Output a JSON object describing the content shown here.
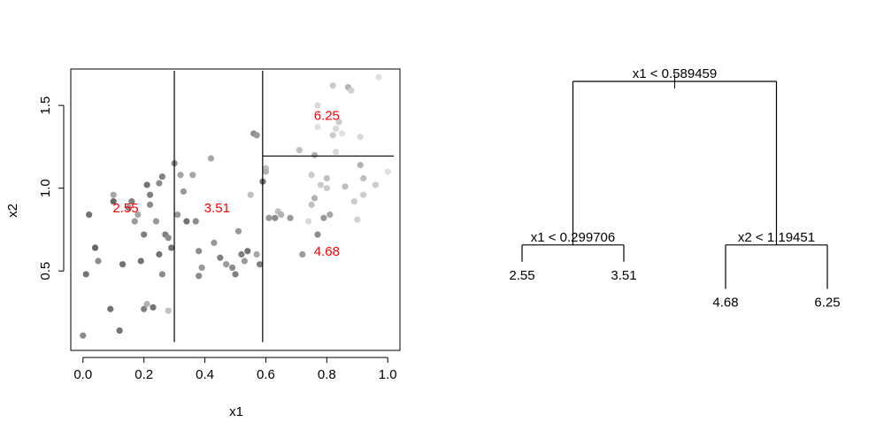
{
  "chart_data": [
    {
      "type": "scatter",
      "xlabel": "x1",
      "ylabel": "x2",
      "xlim": [
        -0.04,
        1.04
      ],
      "ylim": [
        0.02,
        1.72
      ],
      "xticks": [
        {
          "value": 0.0,
          "label": "0.0"
        },
        {
          "value": 0.2,
          "label": "0.2"
        },
        {
          "value": 0.4,
          "label": "0.4"
        },
        {
          "value": 0.6,
          "label": "0.6"
        },
        {
          "value": 0.8,
          "label": "0.8"
        },
        {
          "value": 1.0,
          "label": "1.0"
        }
      ],
      "yticks": [
        {
          "value": 0.5,
          "label": "0.5"
        },
        {
          "value": 1.0,
          "label": "1.0"
        },
        {
          "value": 1.5,
          "label": "1.5"
        }
      ],
      "grid": false,
      "point_color_note": "grey shade encodes response value (darker = lower)",
      "splits": [
        {
          "axis": "x1",
          "value": 0.299706,
          "from": 0.07,
          "to": 1.71
        },
        {
          "axis": "x1",
          "value": 0.589459,
          "from": 0.07,
          "to": 1.71
        },
        {
          "axis": "x2",
          "value": 1.19451,
          "from": 0.589459,
          "to": 1.02
        }
      ],
      "region_labels": [
        {
          "text": "2.55",
          "x1": 0.14,
          "x2": 0.88
        },
        {
          "text": "3.51",
          "x1": 0.44,
          "x2": 0.88
        },
        {
          "text": "4.68",
          "x1": 0.8,
          "x2": 0.62
        },
        {
          "text": "6.25",
          "x1": 0.8,
          "x2": 1.44
        }
      ],
      "points": [
        {
          "x": 0.02,
          "y": 0.84,
          "g": 0.45
        },
        {
          "x": 0.01,
          "y": 0.48,
          "g": 0.45
        },
        {
          "x": 0.0,
          "y": 0.11,
          "g": 0.55
        },
        {
          "x": 0.04,
          "y": 0.64,
          "g": 0.4
        },
        {
          "x": 0.05,
          "y": 0.56,
          "g": 0.55
        },
        {
          "x": 0.09,
          "y": 0.27,
          "g": 0.45
        },
        {
          "x": 0.1,
          "y": 0.96,
          "g": 0.65
        },
        {
          "x": 0.1,
          "y": 0.92,
          "g": 0.4
        },
        {
          "x": 0.12,
          "y": 0.14,
          "g": 0.45
        },
        {
          "x": 0.13,
          "y": 0.54,
          "g": 0.45
        },
        {
          "x": 0.15,
          "y": 0.88,
          "g": 0.55
        },
        {
          "x": 0.16,
          "y": 0.92,
          "g": 0.5
        },
        {
          "x": 0.17,
          "y": 0.8,
          "g": 0.6
        },
        {
          "x": 0.18,
          "y": 0.84,
          "g": 0.65
        },
        {
          "x": 0.19,
          "y": 0.56,
          "g": 0.45
        },
        {
          "x": 0.2,
          "y": 0.27,
          "g": 0.5
        },
        {
          "x": 0.21,
          "y": 0.3,
          "g": 0.7
        },
        {
          "x": 0.2,
          "y": 0.72,
          "g": 0.5
        },
        {
          "x": 0.21,
          "y": 1.02,
          "g": 0.45
        },
        {
          "x": 0.22,
          "y": 0.9,
          "g": 0.55
        },
        {
          "x": 0.22,
          "y": 0.96,
          "g": 0.5
        },
        {
          "x": 0.23,
          "y": 0.28,
          "g": 0.45
        },
        {
          "x": 0.24,
          "y": 0.8,
          "g": 0.6
        },
        {
          "x": 0.25,
          "y": 0.6,
          "g": 0.45
        },
        {
          "x": 0.25,
          "y": 1.03,
          "g": 0.55
        },
        {
          "x": 0.26,
          "y": 1.07,
          "g": 0.5
        },
        {
          "x": 0.26,
          "y": 0.48,
          "g": 0.55
        },
        {
          "x": 0.27,
          "y": 0.72,
          "g": 0.5
        },
        {
          "x": 0.28,
          "y": 0.7,
          "g": 0.55
        },
        {
          "x": 0.28,
          "y": 0.26,
          "g": 0.75
        },
        {
          "x": 0.29,
          "y": 0.64,
          "g": 0.45
        },
        {
          "x": 0.3,
          "y": 1.15,
          "g": 0.55
        },
        {
          "x": 0.31,
          "y": 0.84,
          "g": 0.6
        },
        {
          "x": 0.32,
          "y": 1.08,
          "g": 0.65
        },
        {
          "x": 0.33,
          "y": 0.98,
          "g": 0.6
        },
        {
          "x": 0.34,
          "y": 0.8,
          "g": 0.45
        },
        {
          "x": 0.36,
          "y": 1.08,
          "g": 0.65
        },
        {
          "x": 0.37,
          "y": 0.8,
          "g": 0.55
        },
        {
          "x": 0.38,
          "y": 0.62,
          "g": 0.55
        },
        {
          "x": 0.38,
          "y": 0.47,
          "g": 0.55
        },
        {
          "x": 0.39,
          "y": 0.52,
          "g": 0.6
        },
        {
          "x": 0.42,
          "y": 1.18,
          "g": 0.65
        },
        {
          "x": 0.43,
          "y": 0.67,
          "g": 0.6
        },
        {
          "x": 0.45,
          "y": 0.58,
          "g": 0.5
        },
        {
          "x": 0.47,
          "y": 0.54,
          "g": 0.6
        },
        {
          "x": 0.49,
          "y": 0.52,
          "g": 0.55
        },
        {
          "x": 0.5,
          "y": 0.48,
          "g": 0.5
        },
        {
          "x": 0.51,
          "y": 0.74,
          "g": 0.6
        },
        {
          "x": 0.52,
          "y": 0.6,
          "g": 0.5
        },
        {
          "x": 0.53,
          "y": 0.56,
          "g": 0.6
        },
        {
          "x": 0.54,
          "y": 0.62,
          "g": 0.45
        },
        {
          "x": 0.55,
          "y": 0.96,
          "g": 0.75
        },
        {
          "x": 0.56,
          "y": 1.33,
          "g": 0.55
        },
        {
          "x": 0.57,
          "y": 1.32,
          "g": 0.6
        },
        {
          "x": 0.57,
          "y": 0.6,
          "g": 0.65
        },
        {
          "x": 0.58,
          "y": 0.54,
          "g": 0.5
        },
        {
          "x": 0.59,
          "y": 1.04,
          "g": 0.45
        },
        {
          "x": 0.6,
          "y": 1.12,
          "g": 0.75
        },
        {
          "x": 0.6,
          "y": 1.1,
          "g": 0.7
        },
        {
          "x": 0.61,
          "y": 0.82,
          "g": 0.6
        },
        {
          "x": 0.63,
          "y": 0.82,
          "g": 0.55
        },
        {
          "x": 0.64,
          "y": 0.86,
          "g": 0.75
        },
        {
          "x": 0.65,
          "y": 0.84,
          "g": 0.7
        },
        {
          "x": 0.68,
          "y": 0.82,
          "g": 0.6
        },
        {
          "x": 0.71,
          "y": 1.23,
          "g": 0.75
        },
        {
          "x": 0.72,
          "y": 0.6,
          "g": 0.6
        },
        {
          "x": 0.74,
          "y": 0.8,
          "g": 0.85
        },
        {
          "x": 0.75,
          "y": 1.08,
          "g": 0.8
        },
        {
          "x": 0.75,
          "y": 0.9,
          "g": 0.75
        },
        {
          "x": 0.76,
          "y": 1.2,
          "g": 0.7
        },
        {
          "x": 0.76,
          "y": 0.94,
          "g": 0.7
        },
        {
          "x": 0.77,
          "y": 1.5,
          "g": 0.85
        },
        {
          "x": 0.77,
          "y": 1.37,
          "g": 0.88
        },
        {
          "x": 0.77,
          "y": 0.72,
          "g": 0.55
        },
        {
          "x": 0.78,
          "y": 1.02,
          "g": 0.8
        },
        {
          "x": 0.79,
          "y": 0.82,
          "g": 0.6
        },
        {
          "x": 0.8,
          "y": 1.06,
          "g": 0.75
        },
        {
          "x": 0.8,
          "y": 1.0,
          "g": 0.8
        },
        {
          "x": 0.81,
          "y": 0.84,
          "g": 0.65
        },
        {
          "x": 0.82,
          "y": 1.62,
          "g": 0.8
        },
        {
          "x": 0.82,
          "y": 1.32,
          "g": 0.8
        },
        {
          "x": 0.83,
          "y": 1.36,
          "g": 0.85
        },
        {
          "x": 0.83,
          "y": 1.22,
          "g": 0.85
        },
        {
          "x": 0.84,
          "y": 1.4,
          "g": 0.8
        },
        {
          "x": 0.85,
          "y": 1.33,
          "g": 0.88
        },
        {
          "x": 0.86,
          "y": 1.01,
          "g": 0.75
        },
        {
          "x": 0.87,
          "y": 1.61,
          "g": 0.7
        },
        {
          "x": 0.88,
          "y": 1.59,
          "g": 0.82
        },
        {
          "x": 0.89,
          "y": 0.92,
          "g": 0.8
        },
        {
          "x": 0.9,
          "y": 0.81,
          "g": 0.82
        },
        {
          "x": 0.91,
          "y": 1.31,
          "g": 0.85
        },
        {
          "x": 0.91,
          "y": 1.14,
          "g": 0.7
        },
        {
          "x": 0.92,
          "y": 1.06,
          "g": 0.75
        },
        {
          "x": 0.92,
          "y": 0.96,
          "g": 0.8
        },
        {
          "x": 0.96,
          "y": 1.02,
          "g": 0.8
        },
        {
          "x": 0.97,
          "y": 1.67,
          "g": 0.88
        },
        {
          "x": 1.0,
          "y": 1.1,
          "g": 0.88
        }
      ]
    },
    {
      "type": "tree",
      "nodes": [
        {
          "id": "root",
          "label": "x1 < 0.589459",
          "x": 0.5,
          "y": 0.0
        },
        {
          "id": "left",
          "label": "x1 < 0.299706",
          "x": 0.25,
          "y": 0.6
        },
        {
          "id": "right",
          "label": "x2 < 1.19451",
          "x": 0.75,
          "y": 0.6
        },
        {
          "id": "l1",
          "label": "2.55",
          "x": 0.125,
          "y": 0.72
        },
        {
          "id": "l2",
          "label": "3.51",
          "x": 0.375,
          "y": 0.72
        },
        {
          "id": "r1",
          "label": "4.68",
          "x": 0.625,
          "y": 0.82
        },
        {
          "id": "r2",
          "label": "6.25",
          "x": 0.875,
          "y": 0.82
        }
      ],
      "edges": [
        [
          "root",
          "left"
        ],
        [
          "root",
          "right"
        ],
        [
          "left",
          "l1"
        ],
        [
          "left",
          "l2"
        ],
        [
          "right",
          "r1"
        ],
        [
          "right",
          "r2"
        ]
      ]
    }
  ]
}
